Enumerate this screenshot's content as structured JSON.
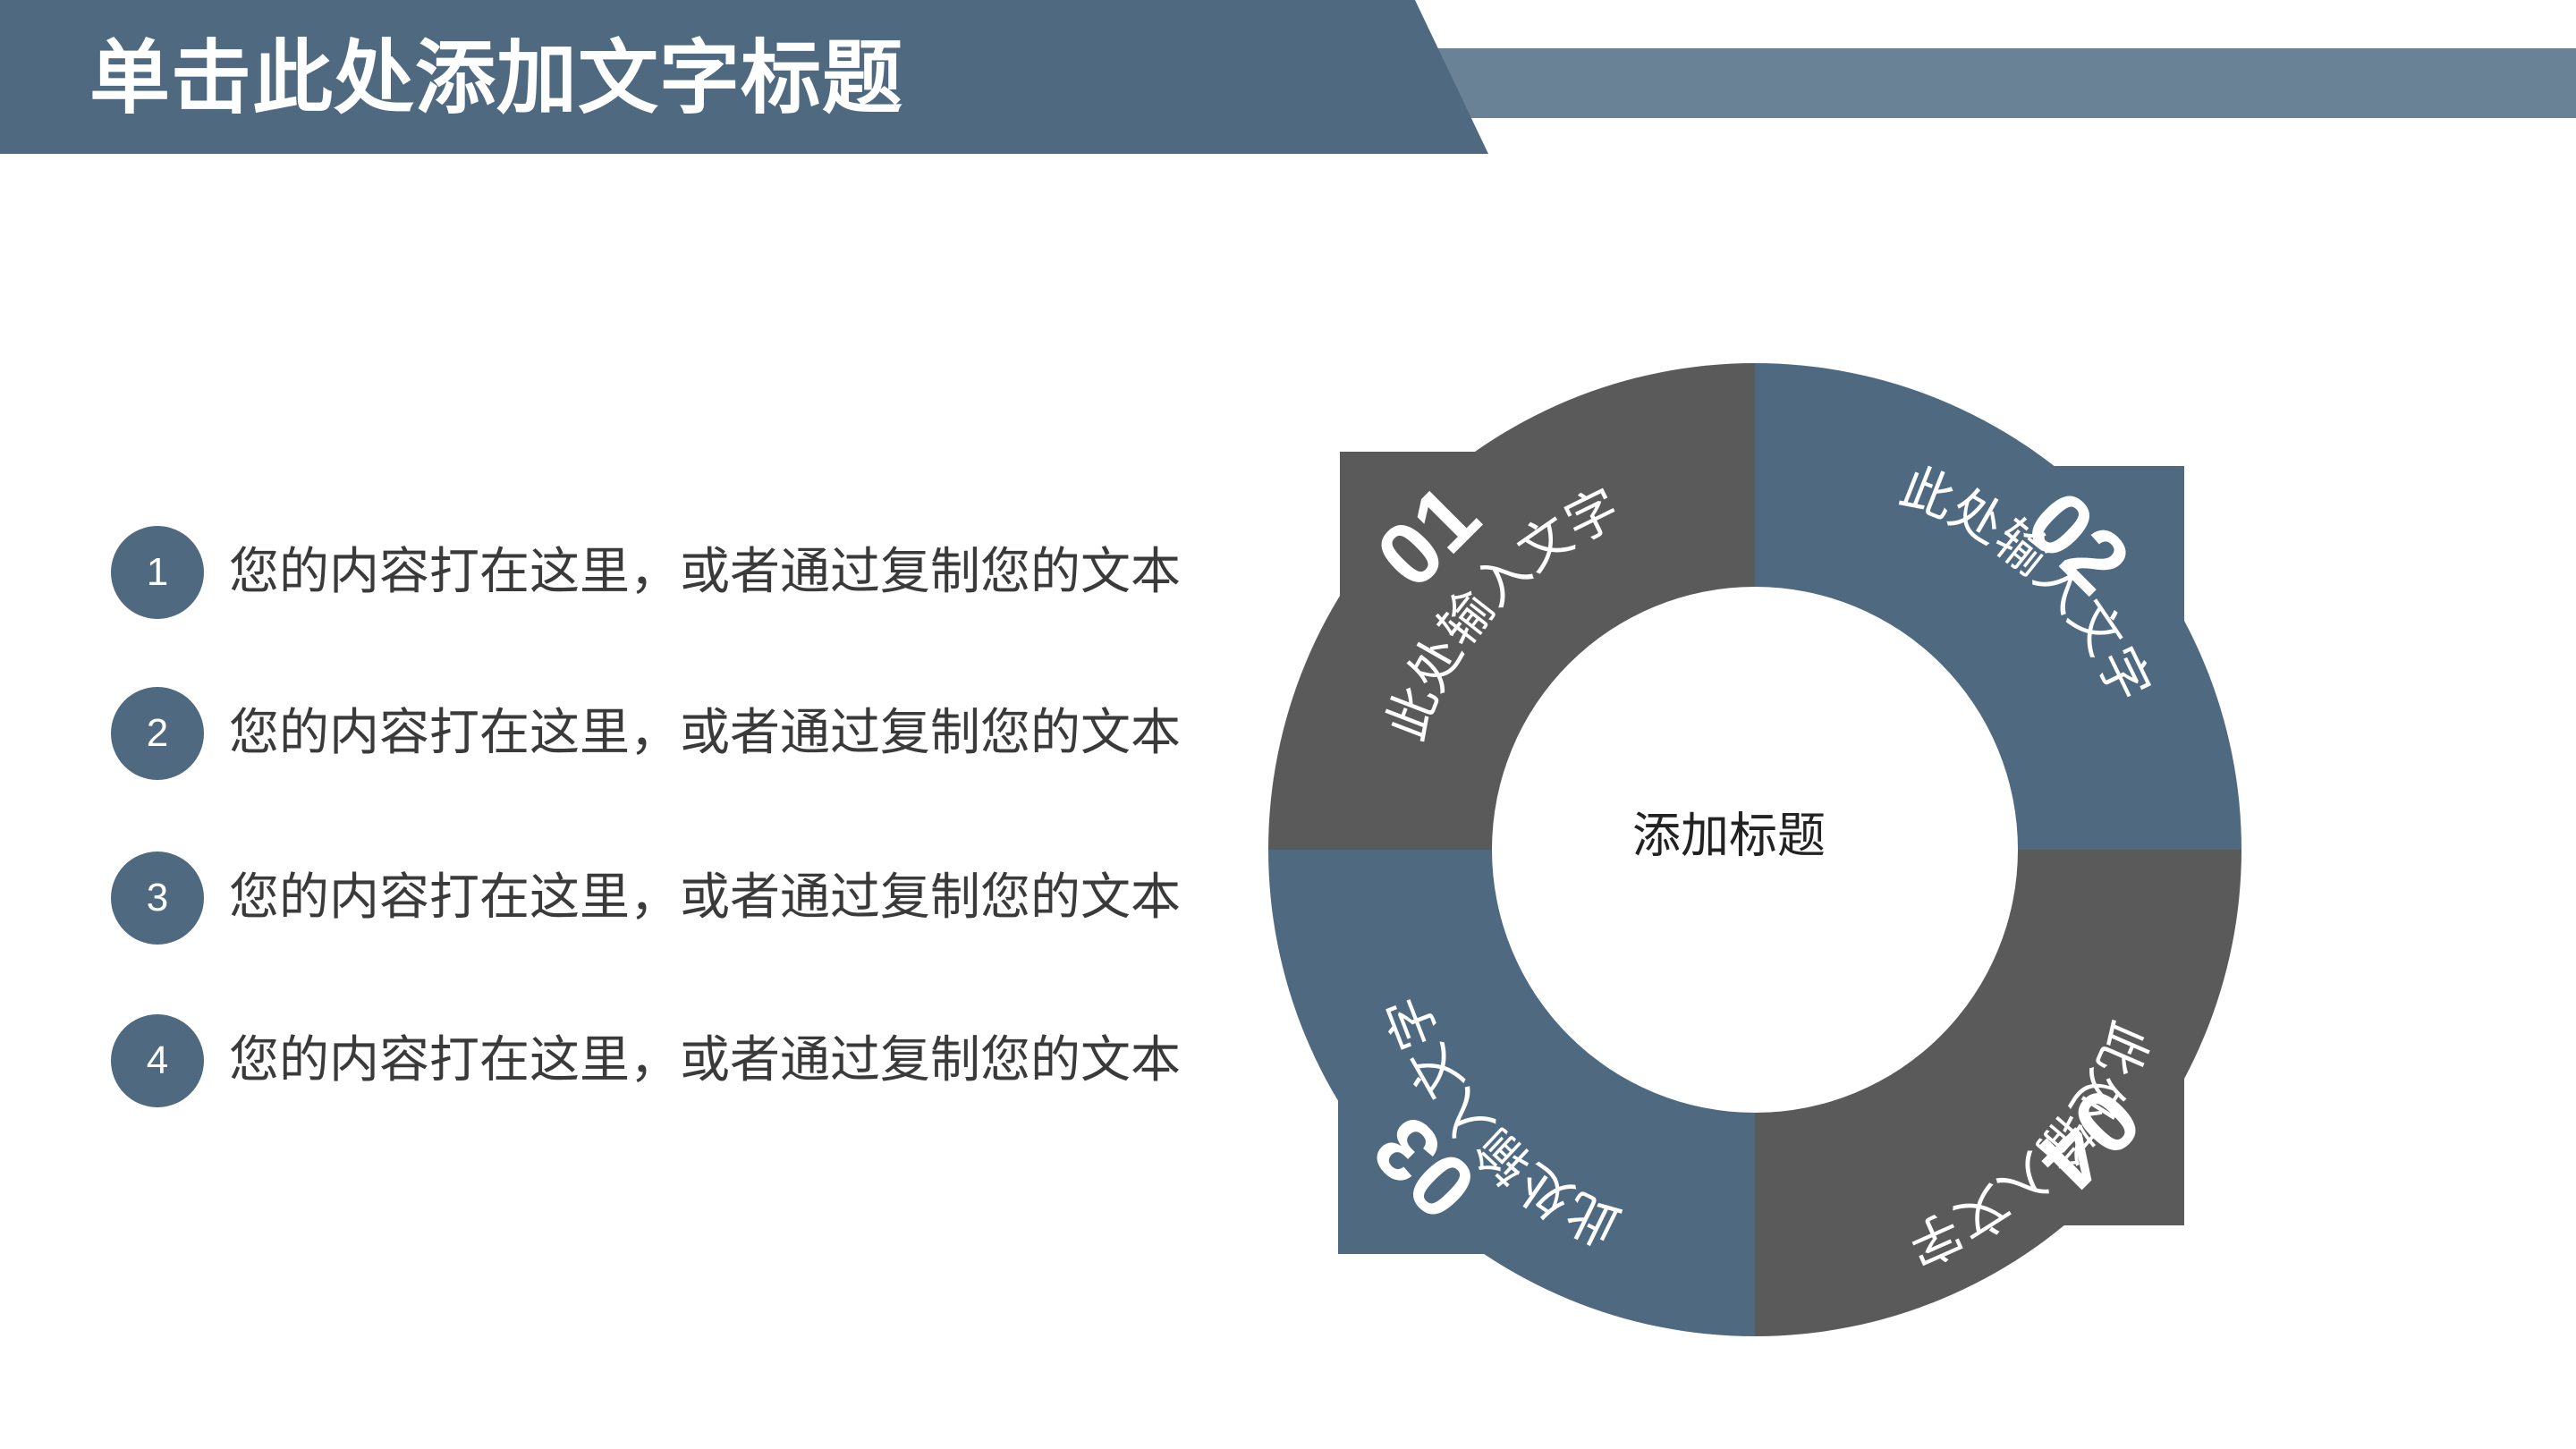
{
  "header": {
    "title": "单击此处添加文字标题",
    "color_primary": "#4f6a80",
    "color_secondary": "#6a8296"
  },
  "list": {
    "items": [
      {
        "number": "1",
        "text": "您的内容打在这里，或者通过复制您的文本"
      },
      {
        "number": "2",
        "text": "您的内容打在这里，或者通过复制您的文本"
      },
      {
        "number": "3",
        "text": "您的内容打在这里，或者通过复制您的文本"
      },
      {
        "number": "4",
        "text": "您的内容打在这里，或者通过复制您的文本"
      }
    ],
    "badge_color": "#4f6a80"
  },
  "diagram": {
    "center_title": "添加标题",
    "segments": [
      {
        "number": "01",
        "label": "此处输入文字",
        "color": "#5a5a5a"
      },
      {
        "number": "02",
        "label": "此处输入文字",
        "color": "#4f6a80"
      },
      {
        "number": "03",
        "label": "此处输入文字",
        "color": "#4f6a80"
      },
      {
        "number": "04",
        "label": "此处输入文字",
        "color": "#5a5a5a"
      }
    ]
  }
}
